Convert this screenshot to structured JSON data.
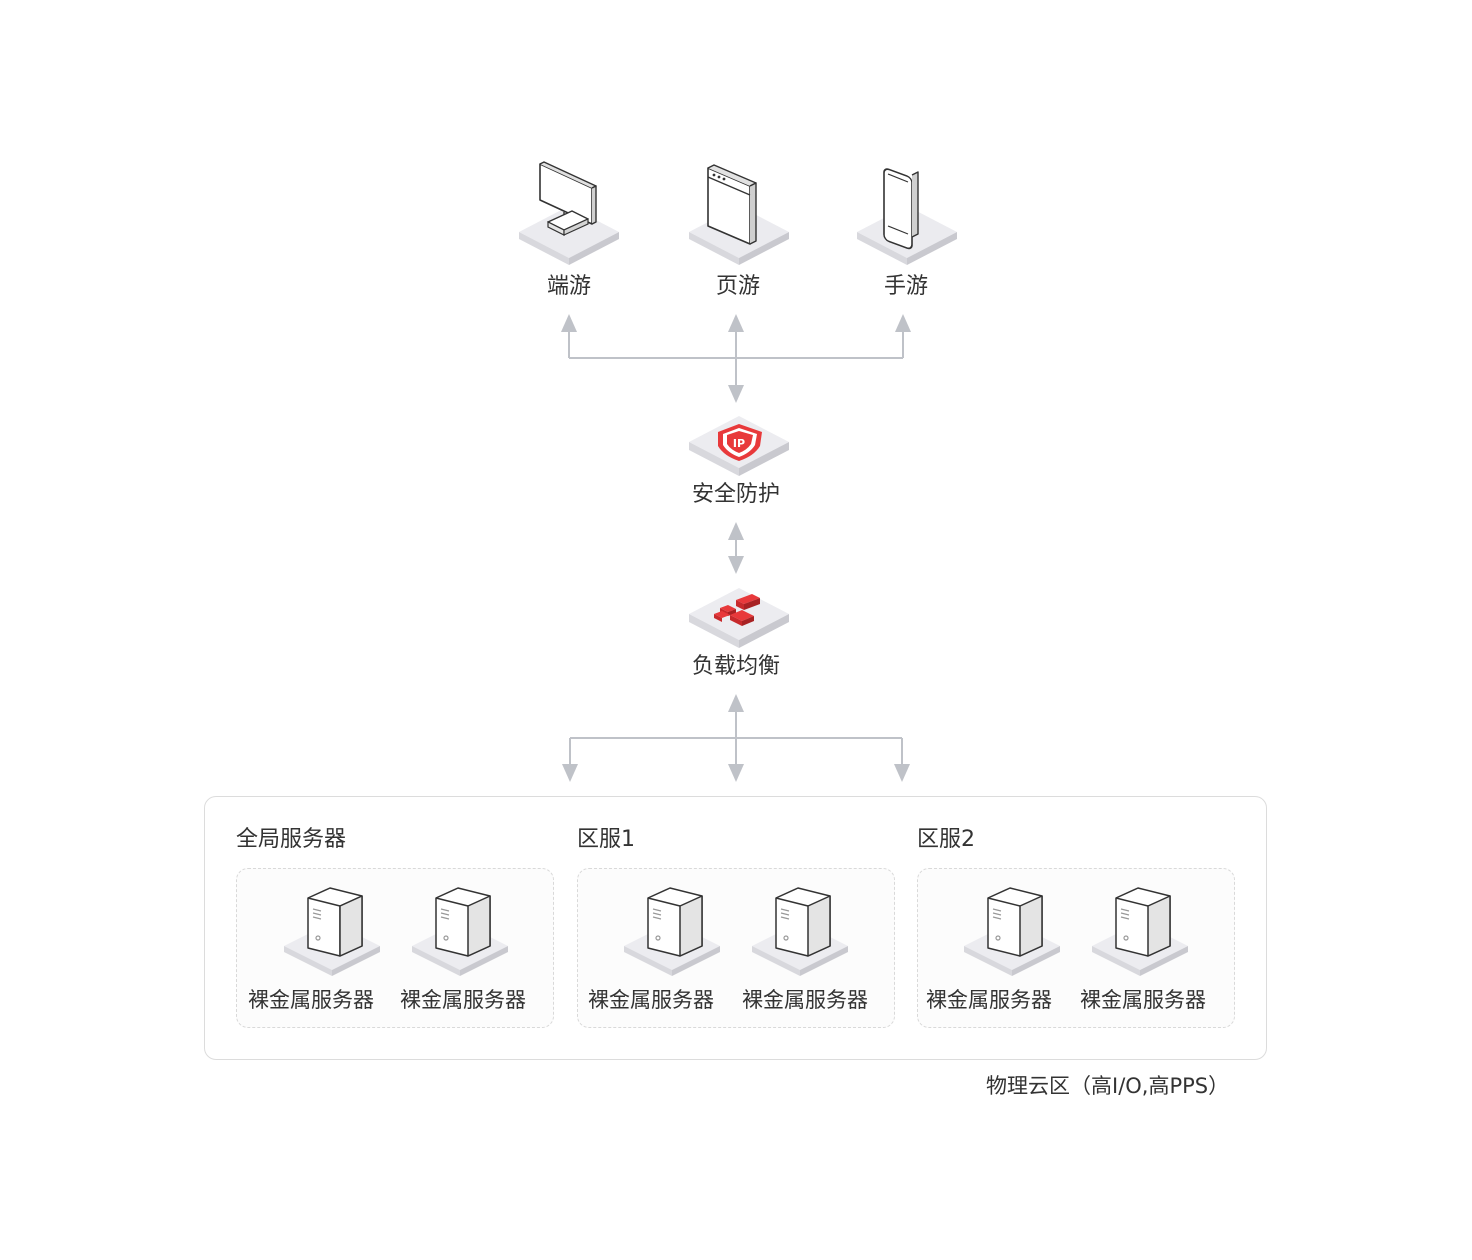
{
  "clients": {
    "pc_label": "端游",
    "web_label": "页游",
    "mobile_label": "手游"
  },
  "security": {
    "label": "安全防护",
    "badge_text": "IP"
  },
  "load_balancer": {
    "label": "负载均衡"
  },
  "region": {
    "caption": "物理云区（高I/O,高PPS）",
    "groups": [
      {
        "title": "全局服务器",
        "servers": [
          "裸金属服务器",
          "裸金属服务器"
        ]
      },
      {
        "title": "区服1",
        "servers": [
          "裸金属服务器",
          "裸金属服务器"
        ]
      },
      {
        "title": "区服2",
        "servers": [
          "裸金属服务器",
          "裸金属服务器"
        ]
      }
    ]
  },
  "colors": {
    "accent_red": "#e8393b",
    "connector_gray": "#bfc2c8",
    "platform_gray": "#e8e8ec",
    "text": "#333333"
  },
  "icons": [
    "desktop-icon",
    "browser-window-icon",
    "mobile-phone-icon",
    "ip-shield-icon",
    "load-balancer-icon",
    "server-tower-icon"
  ]
}
